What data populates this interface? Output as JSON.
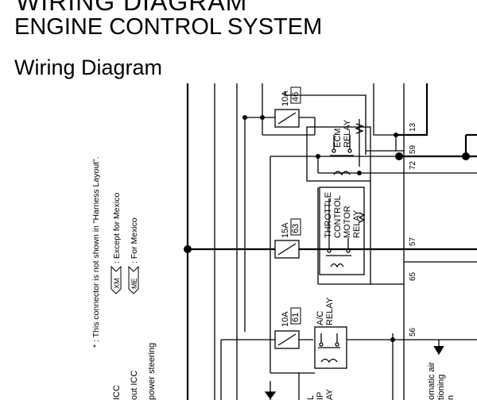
{
  "header": {
    "clipped_title": "WIRING DIAGRAM",
    "title": "ENGINE CONTROL SYSTEM",
    "subtitle": "Wiring Diagram"
  },
  "fuses": [
    {
      "amp": "10A",
      "number": "46"
    },
    {
      "amp": "15A",
      "number": "63"
    },
    {
      "amp": "10A",
      "number": "61"
    }
  ],
  "relays": [
    {
      "name_line1": "ECM",
      "name_line2": "RELAY"
    },
    {
      "name_line1": "THROTTLE",
      "name_line2": "CONTROL",
      "name_line3": "MOTOR",
      "name_line4": "RELAY"
    },
    {
      "name_line1": "A/C",
      "name_line2": "RELAY"
    }
  ],
  "terminals": [
    "13",
    "59",
    "72",
    "57",
    "65",
    "56"
  ],
  "notes": {
    "asterisk": "* : This connector is not shown in \"Harness Layout\".",
    "xm_badge": "XM",
    "xm_text": ": Except for Mexico",
    "me_badge": "ME",
    "me_text": ": For Mexico"
  },
  "bottom_labels": {
    "icc_1": "ICC",
    "icc_2": "out ICC",
    "power_steering": "power steering",
    "auto_air_1": "omatic air",
    "auto_air_2": "tioning",
    "auto_air_3": "n",
    "lower_relay_1": "IP",
    "lower_relay_2": "AY",
    "lower_relay_3": "L"
  }
}
